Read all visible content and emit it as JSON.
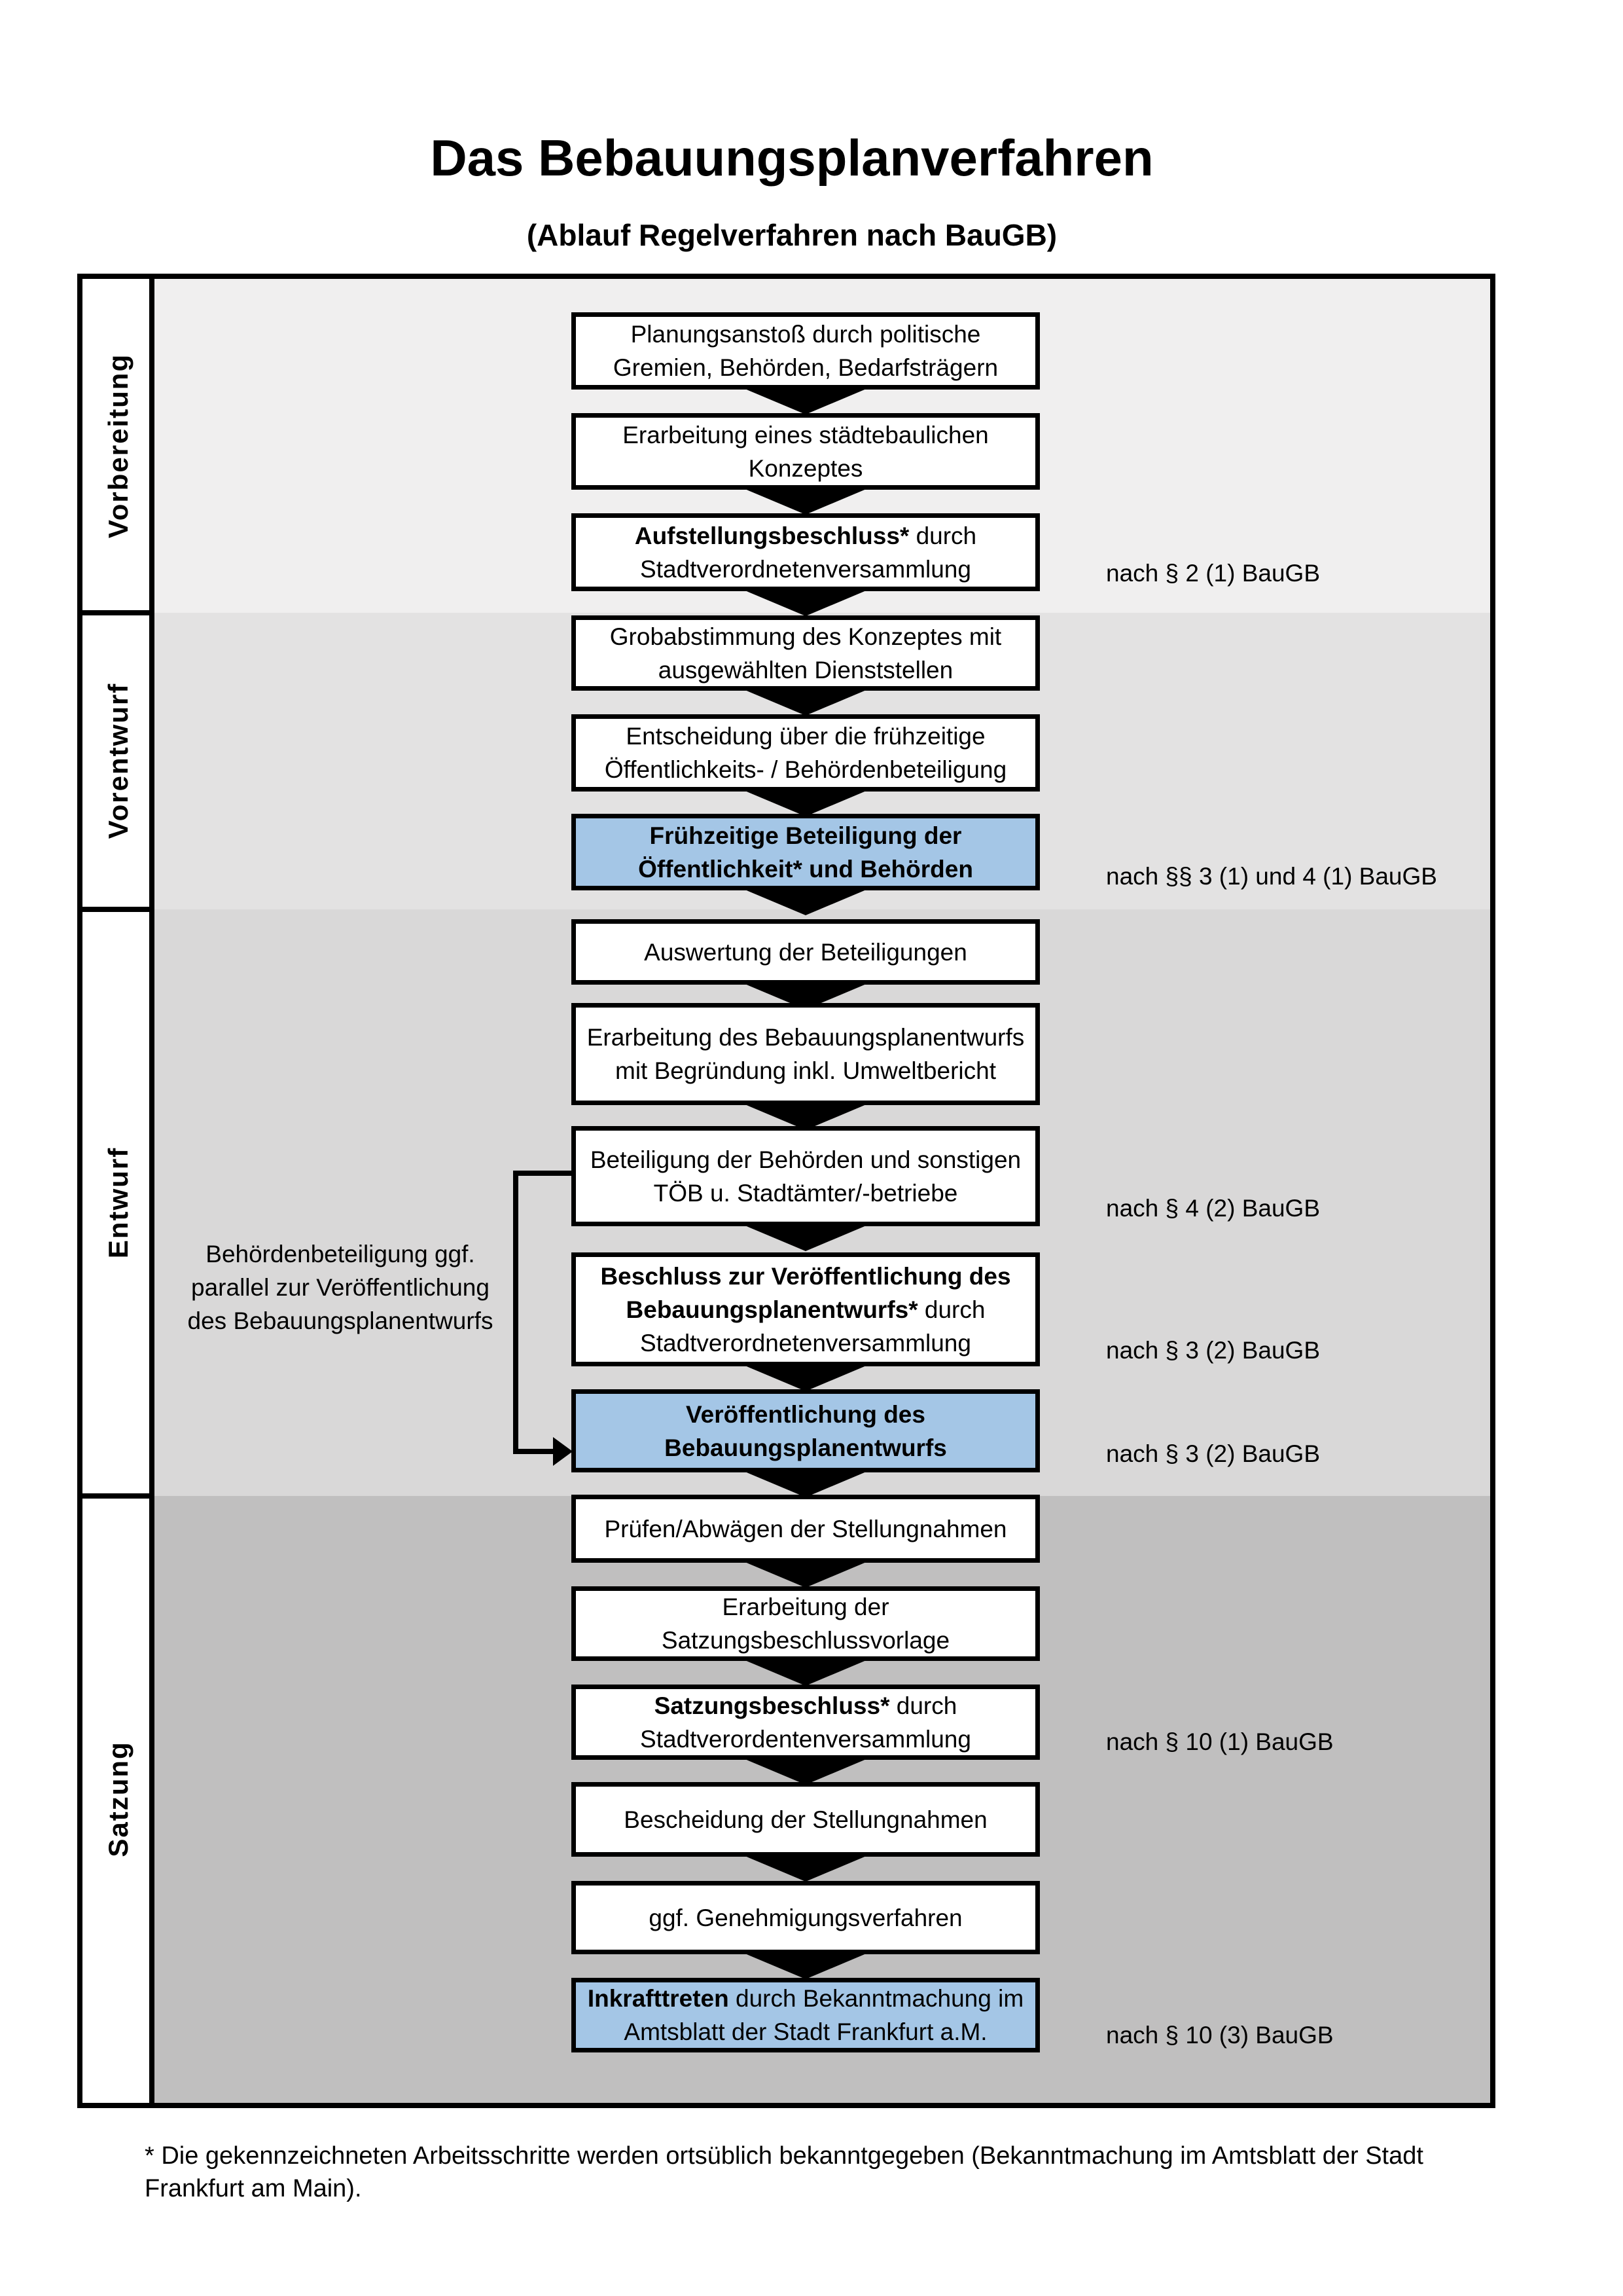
{
  "title": "Das Bebauungsplanverfahren",
  "subtitle": "(Ablauf Regelverfahren nach BauGB)",
  "colors": {
    "highlight_box": "#a4c6e6",
    "box_border": "#000000",
    "section_backgrounds": [
      "#f0efef",
      "#e3e2e2",
      "#d9d8d8",
      "#c0bfbf"
    ]
  },
  "phases": [
    {
      "label": "Vorbereitung"
    },
    {
      "label": "Vorentwurf"
    },
    {
      "label": "Entwurf"
    },
    {
      "label": "Satzung"
    }
  ],
  "boxes": {
    "b1": {
      "text": "Planungsanstoß durch politische Gremien, Behörden, Bedarfsträgern"
    },
    "b2": {
      "text": "Erarbeitung eines städtebaulichen Konzeptes"
    },
    "b3": {
      "bold": "Aufstellungsbeschluss*",
      "rest": " durch Stadtverordnetenversammlung"
    },
    "b4": {
      "text": "Grobabstimmung des Konzeptes mit ausgewählten Dienststellen"
    },
    "b5": {
      "text": "Entscheidung über die frühzeitige Öffentlichkeits- / Behördenbeteiligung"
    },
    "b6": {
      "bold": "Frühzeitige Beteiligung der Öffentlichkeit* und Behörden"
    },
    "b7": {
      "text": "Auswertung der Beteiligungen"
    },
    "b8": {
      "text": "Erarbeitung des Bebauungsplanentwurfs mit Begründung inkl. Umweltbericht"
    },
    "b9": {
      "text": "Beteiligung der Behörden und sonstigen TÖB u. Stadtämter/-betriebe"
    },
    "b10": {
      "bold": "Beschluss zur Veröffentlichung des Bebauungsplanentwurfs*",
      "rest": " durch Stadtverordnetenversammlung"
    },
    "b11": {
      "bold": "Veröffentlichung des Bebauungsplanentwurfs"
    },
    "b12": {
      "text": "Prüfen/Abwägen der Stellungnahmen"
    },
    "b13": {
      "text": "Erarbeitung der Satzungsbeschlussvorlage"
    },
    "b14": {
      "bold": "Satzungsbeschluss*",
      "rest": " durch Stadtverordentenversammlung"
    },
    "b15": {
      "text": "Bescheidung der Stellungnahmen"
    },
    "b16": {
      "text": "ggf. Genehmigungsverfahren"
    },
    "b17": {
      "bold": "Inkrafttreten",
      "rest": " durch Bekanntmachung im Amtsblatt der Stadt Frankfurt a.M."
    }
  },
  "notes": {
    "n1": "nach § 2 (1) BauGB",
    "n2": "nach §§ 3 (1) und 4 (1) BauGB",
    "n3": "nach § 4 (2) BauGB",
    "n4": "nach § 3 (2) BauGB",
    "n5": "nach § 3 (2) BauGB",
    "n6": "nach § 10 (1) BauGB",
    "n7": "nach § 10 (3) BauGB"
  },
  "side_note": "Behördenbeteiligung ggf. parallel zur Veröffentlichung des Bebauungsplanentwurfs",
  "footnote": {
    "line1": "* Die gekennzeichneten Arbeitsschritte werden ortsüblich bekanntgegeben (Bekanntmachung im Amtsblatt  der Stadt",
    "line2": "Frankfurt am Main)."
  }
}
